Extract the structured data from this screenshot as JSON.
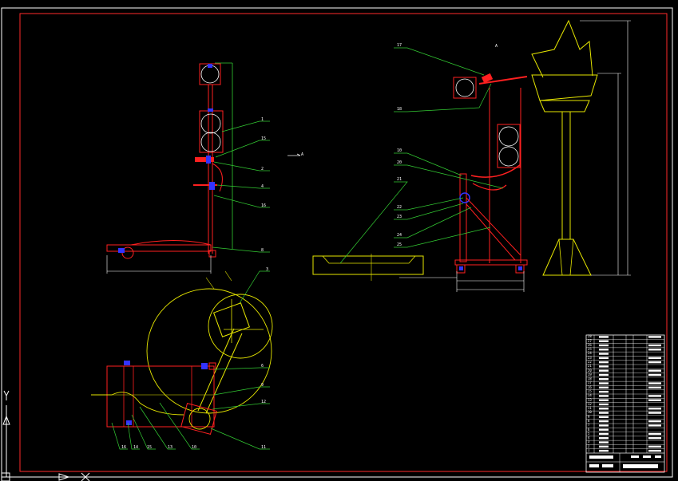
{
  "colors": {
    "background": "#000000",
    "frame": "#ff2a2a",
    "part_red": "#ff2020",
    "leader_green": "#33cc33",
    "geometry_yellow": "#e6e600",
    "dimension_white": "#ffffff",
    "fastener_blue": "#3333ff"
  },
  "views": {
    "section_marker": "A",
    "front_callouts": [
      "1",
      "15",
      "2",
      "4",
      "16",
      "8"
    ],
    "side_callouts_top": [
      "17",
      "18"
    ],
    "side_callouts_mid": [
      "10",
      "20",
      "21",
      "22",
      "23",
      "24",
      "25"
    ],
    "plan_callouts_right": [
      "3",
      "6",
      "9",
      "12",
      "11"
    ],
    "plan_callouts_bottom": [
      "16",
      "14",
      "15",
      "13",
      "10"
    ]
  },
  "title_block": {
    "row_numbers": [
      "28",
      "27",
      "26",
      "25",
      "24",
      "23",
      "22",
      "21",
      "20",
      "19",
      "18",
      "17",
      "16",
      "15",
      "14",
      "13",
      "12",
      "11",
      "10",
      "9",
      "8",
      "7",
      "6",
      "5",
      "4",
      "3",
      "2",
      "1"
    ]
  },
  "icons": [
    "ucs-axis-icon"
  ]
}
